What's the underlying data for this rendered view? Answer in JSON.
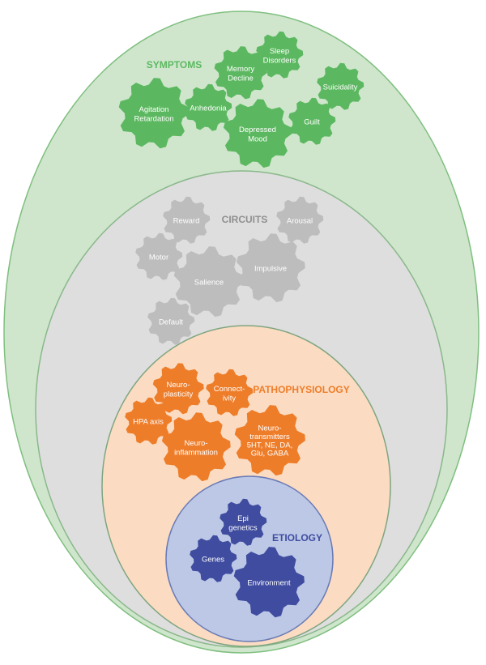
{
  "symptoms": {
    "title": "SYMPTOMS",
    "color": "#5cb860",
    "fill": "#cfe6cd",
    "gears": [
      {
        "id": "memory",
        "lines": [
          "Memory",
          "Decline"
        ]
      },
      {
        "id": "sleep",
        "lines": [
          "Sleep",
          "Disorders"
        ]
      },
      {
        "id": "suicidality",
        "lines": [
          "Suicidality"
        ]
      },
      {
        "id": "agitation",
        "lines": [
          "Agitation",
          "Retardation"
        ]
      },
      {
        "id": "anhedonia",
        "lines": [
          "Anhedonia"
        ]
      },
      {
        "id": "depressed",
        "lines": [
          "Depressed",
          "Mood"
        ]
      },
      {
        "id": "guilt",
        "lines": [
          "Guilt"
        ]
      }
    ]
  },
  "circuits": {
    "title": "CIRCUITS",
    "color": "#bdbdbd",
    "fill": "#dededf",
    "gears": [
      {
        "id": "reward",
        "lines": [
          "Reward"
        ]
      },
      {
        "id": "arousal",
        "lines": [
          "Arousal"
        ]
      },
      {
        "id": "motor",
        "lines": [
          "Motor"
        ]
      },
      {
        "id": "impulsive",
        "lines": [
          "Impulsive"
        ]
      },
      {
        "id": "salience",
        "lines": [
          "Salience"
        ]
      },
      {
        "id": "default",
        "lines": [
          "Default"
        ]
      }
    ]
  },
  "pathophysiology": {
    "title": "PATHOPHYSIOLOGY",
    "color": "#ee7d2a",
    "fill": "#fbdcc2",
    "gears": [
      {
        "id": "neuroplasticity",
        "lines": [
          "Neuro-",
          "plasticity"
        ]
      },
      {
        "id": "connectivity",
        "lines": [
          "Connect-",
          "ivity"
        ]
      },
      {
        "id": "hpa",
        "lines": [
          "HPA axis"
        ]
      },
      {
        "id": "neurotransmitters",
        "lines": [
          "Neuro-",
          "transmitters",
          "5HT, NE, DA,",
          "Glu, GABA"
        ]
      },
      {
        "id": "neuroinflammation",
        "lines": [
          "Neuro-",
          "inflammation"
        ]
      }
    ]
  },
  "etiology": {
    "title": "ETIOLOGY",
    "color": "#3f4c9f",
    "fill": "#bcc8e6",
    "gears": [
      {
        "id": "epigenetics",
        "lines": [
          "Epi",
          "genetics"
        ]
      },
      {
        "id": "genes",
        "lines": [
          "Genes"
        ]
      },
      {
        "id": "environment",
        "lines": [
          "Environment"
        ]
      }
    ]
  }
}
